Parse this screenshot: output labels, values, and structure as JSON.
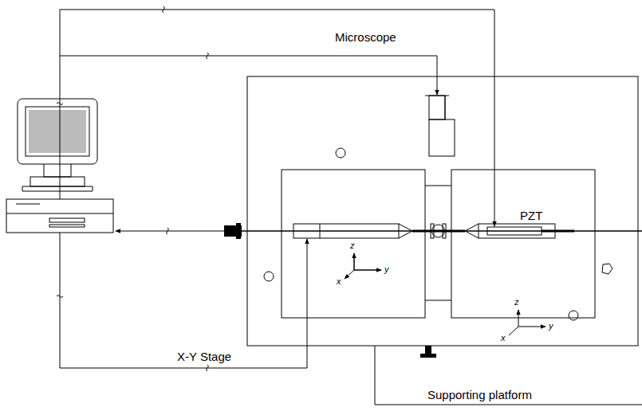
{
  "diagram": {
    "labels": [
      "Microscope",
      "PZT",
      "z",
      "y",
      "x",
      "z",
      "y",
      "x",
      "X-Y Stage",
      "Supporting platform"
    ]
  }
}
